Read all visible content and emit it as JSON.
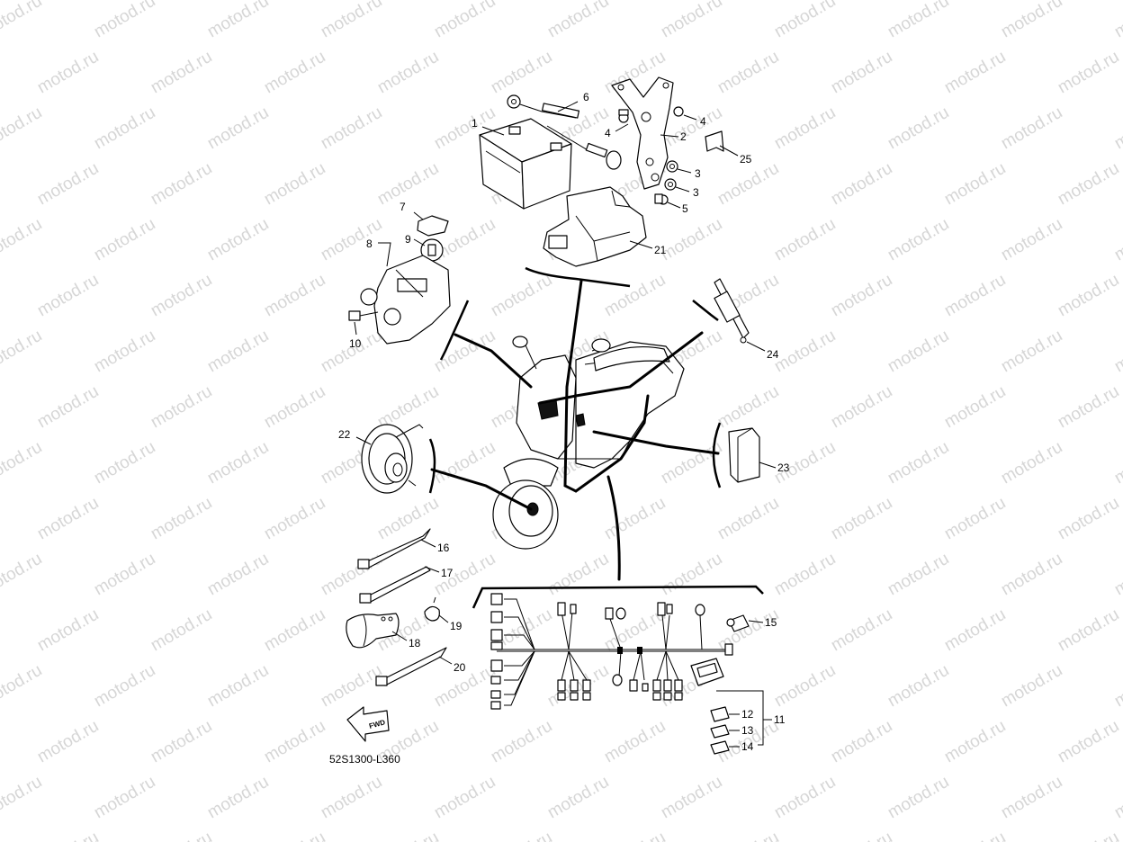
{
  "watermark": {
    "text": "motod.ru"
  },
  "drawing_code": "52S1300-L360",
  "fwd_label": "FWD",
  "callouts": [
    {
      "id": "c1",
      "text": "1"
    },
    {
      "id": "c2",
      "text": "2"
    },
    {
      "id": "c3a",
      "text": "3"
    },
    {
      "id": "c3b",
      "text": "3"
    },
    {
      "id": "c4a",
      "text": "4"
    },
    {
      "id": "c4b",
      "text": "4"
    },
    {
      "id": "c5",
      "text": "5"
    },
    {
      "id": "c6",
      "text": "6"
    },
    {
      "id": "c7",
      "text": "7"
    },
    {
      "id": "c8",
      "text": "8"
    },
    {
      "id": "c9",
      "text": "9"
    },
    {
      "id": "c10",
      "text": "10"
    },
    {
      "id": "c11",
      "text": "11"
    },
    {
      "id": "c12",
      "text": "12"
    },
    {
      "id": "c13",
      "text": "13"
    },
    {
      "id": "c14",
      "text": "14"
    },
    {
      "id": "c15",
      "text": "15"
    },
    {
      "id": "c16",
      "text": "16"
    },
    {
      "id": "c17",
      "text": "17"
    },
    {
      "id": "c18",
      "text": "18"
    },
    {
      "id": "c19",
      "text": "19"
    },
    {
      "id": "c20",
      "text": "20"
    },
    {
      "id": "c21",
      "text": "21"
    },
    {
      "id": "c22",
      "text": "22"
    },
    {
      "id": "c23",
      "text": "23"
    },
    {
      "id": "c24",
      "text": "24"
    },
    {
      "id": "c25",
      "text": "25"
    }
  ]
}
